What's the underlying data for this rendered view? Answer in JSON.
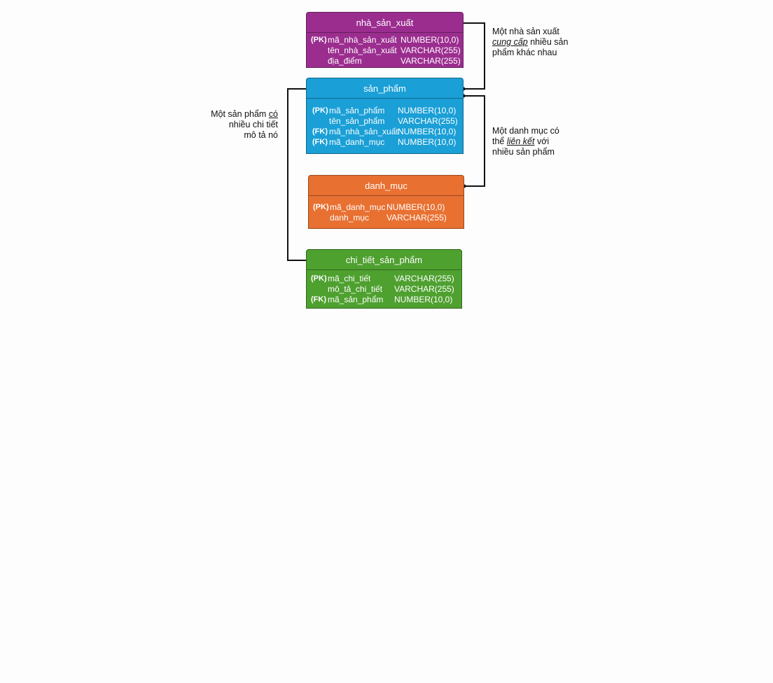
{
  "tables": [
    {
      "id": "nha_san_xuat",
      "title": "nhà_sản_xuất",
      "color": "#9b2d8f",
      "rows": [
        {
          "key": "(PK)",
          "name": "mã_nhà_sản_xuất",
          "type": "NUMBER(10,0)"
        },
        {
          "key": "",
          "name": "tên_nhà_sản_xuất",
          "type": "VARCHAR(255)"
        },
        {
          "key": "",
          "name": "địa_điểm",
          "type": "VARCHAR(255)"
        }
      ]
    },
    {
      "id": "san_pham",
      "title": "sản_phẩm",
      "color": "#1a9fd6",
      "rows": [
        {
          "key": "(PK)",
          "name": "mã_sản_phẩm",
          "type": "NUMBER(10,0)"
        },
        {
          "key": "",
          "name": "tên_sản_phẩm",
          "type": "VARCHAR(255)"
        },
        {
          "key": "(FK)",
          "name": "mã_nhà_sản_xuất",
          "type": "NUMBER(10,0)"
        },
        {
          "key": "(FK)",
          "name": "mã_danh_mục",
          "type": "NUMBER(10,0)"
        }
      ]
    },
    {
      "id": "danh_muc",
      "title": "danh_mục",
      "color": "#e87031",
      "rows": [
        {
          "key": "(PK)",
          "name": "mã_danh_mục",
          "type": "NUMBER(10,0)"
        },
        {
          "key": "",
          "name": "danh_mục",
          "type": "VARCHAR(255)"
        }
      ]
    },
    {
      "id": "chi_tiet_san_pham",
      "title": "chi_tiết_sản_phẩm",
      "color": "#4ea02f",
      "rows": [
        {
          "key": "(PK)",
          "name": "mã_chi_tiết",
          "type": "VARCHAR(255)"
        },
        {
          "key": "",
          "name": "mô_tả_chi_tiết",
          "type": "VARCHAR(255)"
        },
        {
          "key": "(FK)",
          "name": "mã_sản_phẩm",
          "type": "NUMBER(10,0)"
        }
      ]
    }
  ],
  "notes": {
    "manufacturer": {
      "line1": "Một nhà sản xuất",
      "line2_em": "cung cấp",
      "line2_rest": " nhiều sản",
      "line3": "phẩm khác nhau"
    },
    "category": {
      "line1": "Một danh mục có",
      "line2_pre": "thể ",
      "line2_em": "liên kết",
      "line2_rest": " với",
      "line3": "nhiều sản phẩm"
    },
    "detail": {
      "line1_pre": "Một sản phẩm ",
      "line1_em": "có",
      "line2": "nhiều chi tiết",
      "line3": "mô tả nó"
    }
  }
}
